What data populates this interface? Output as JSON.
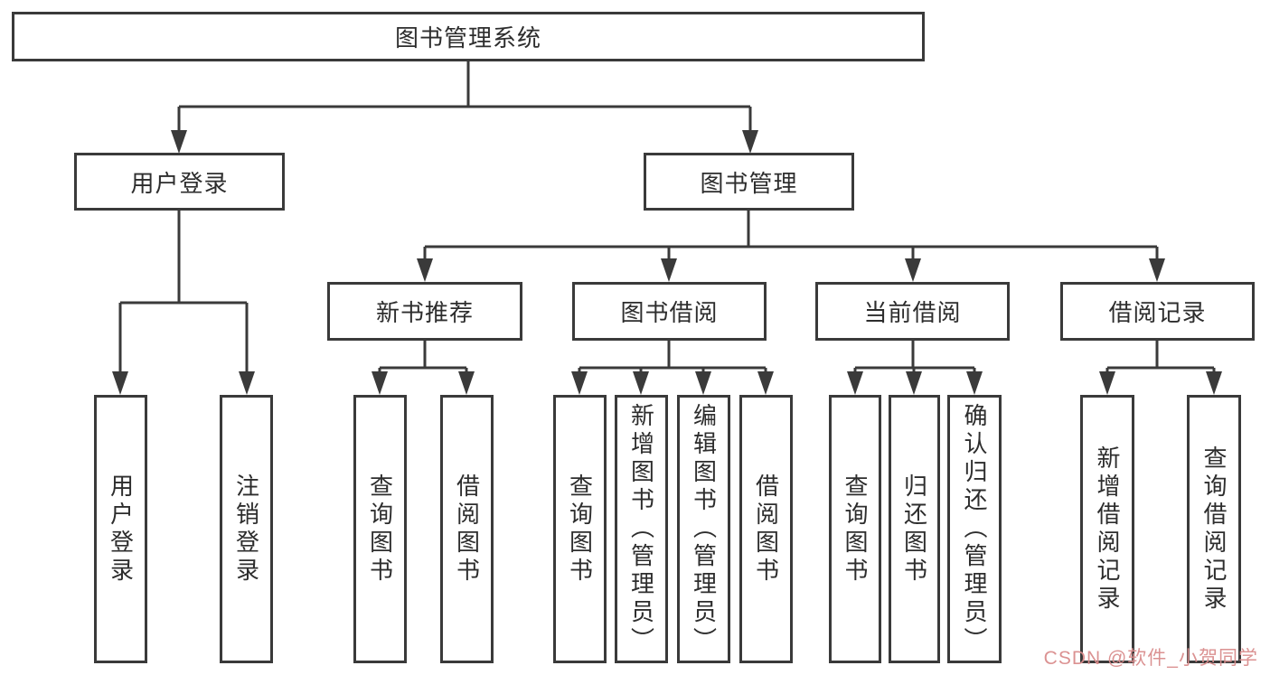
{
  "tree": {
    "label": "图书管理系统",
    "children": [
      {
        "label": "用户登录",
        "children": [
          {
            "label": "用户登录"
          },
          {
            "label": "注销登录"
          }
        ]
      },
      {
        "label": "图书管理",
        "children": [
          {
            "label": "新书推荐",
            "children": [
              {
                "label": "查询图书"
              },
              {
                "label": "借阅图书"
              }
            ]
          },
          {
            "label": "图书借阅",
            "children": [
              {
                "label": "查询图书"
              },
              {
                "label": "新增图书（管理员）"
              },
              {
                "label": "编辑图书（管理员）"
              },
              {
                "label": "借阅图书"
              }
            ]
          },
          {
            "label": "当前借阅",
            "children": [
              {
                "label": "查询图书"
              },
              {
                "label": "归还图书"
              },
              {
                "label": "确认归还（管理员）"
              }
            ]
          },
          {
            "label": "借阅记录",
            "children": [
              {
                "label": "新增借阅记录"
              },
              {
                "label": "查询借阅记录"
              }
            ]
          }
        ]
      }
    ]
  },
  "watermark": {
    "text": "CSDN @软件_小贺同学"
  },
  "colors": {
    "line": "#3a3a3a",
    "box_border": "#3a3a3a",
    "box_fill": "#ffffff",
    "text": "#2d2d2d",
    "watermark": "#d98c8c"
  }
}
